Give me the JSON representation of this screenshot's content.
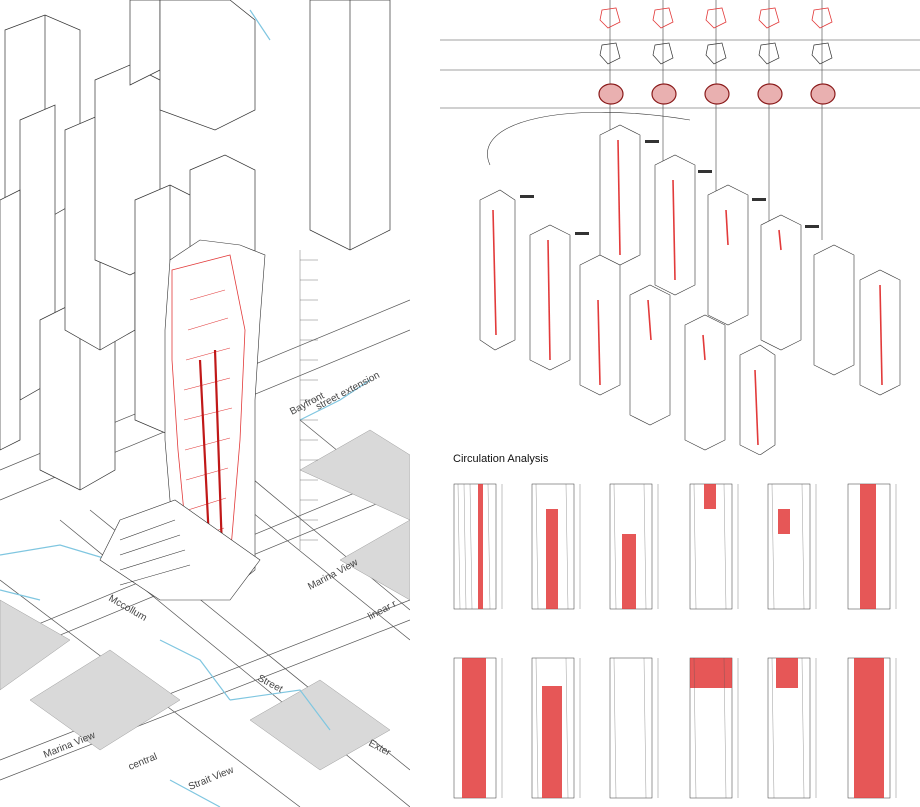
{
  "streets": {
    "bayfront": "Bayfront",
    "street_extension": "street extension",
    "mccollum": "Mccollum",
    "marina_view_1": "Marina View",
    "marina_view_2": "Marina View",
    "linear": "linear r",
    "street": "Street",
    "central": "central",
    "straits_view": "Strait View",
    "exten": "Exter"
  },
  "circulation_title": "Circulation Analysis",
  "colors": {
    "highlight": "#e23a3a",
    "highlight_dark": "#c01818",
    "line": "#333333",
    "water": "#7fc6e0",
    "plaza": "#d9d9d9"
  }
}
